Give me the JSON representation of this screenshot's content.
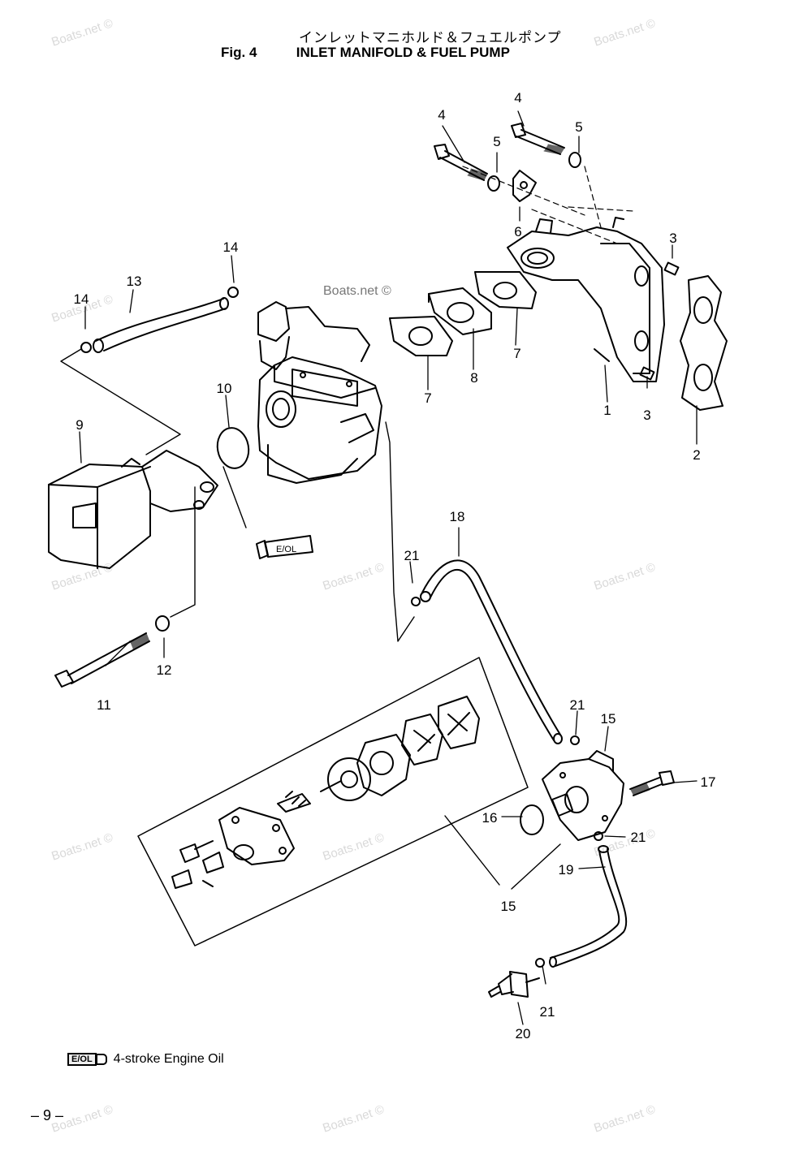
{
  "title": {
    "japanese": "インレットマニホルド＆フュエルポンプ",
    "figure": "Fig. 4",
    "english": "INLET MANIFOLD & FUEL PUMP"
  },
  "watermark": "Boats.net ©",
  "part_labels": [
    "1",
    "2",
    "3",
    "3",
    "4",
    "4",
    "5",
    "5",
    "6",
    "7",
    "7",
    "8",
    "9",
    "10",
    "11",
    "12",
    "13",
    "14",
    "14",
    "15",
    "15",
    "16",
    "17",
    "18",
    "19",
    "20",
    "21",
    "21",
    "21",
    "21"
  ],
  "tube_label": "E/OL",
  "legend": {
    "badge": "E/OL",
    "text": "4-stroke Engine Oil"
  },
  "page_number": "– 9 –"
}
